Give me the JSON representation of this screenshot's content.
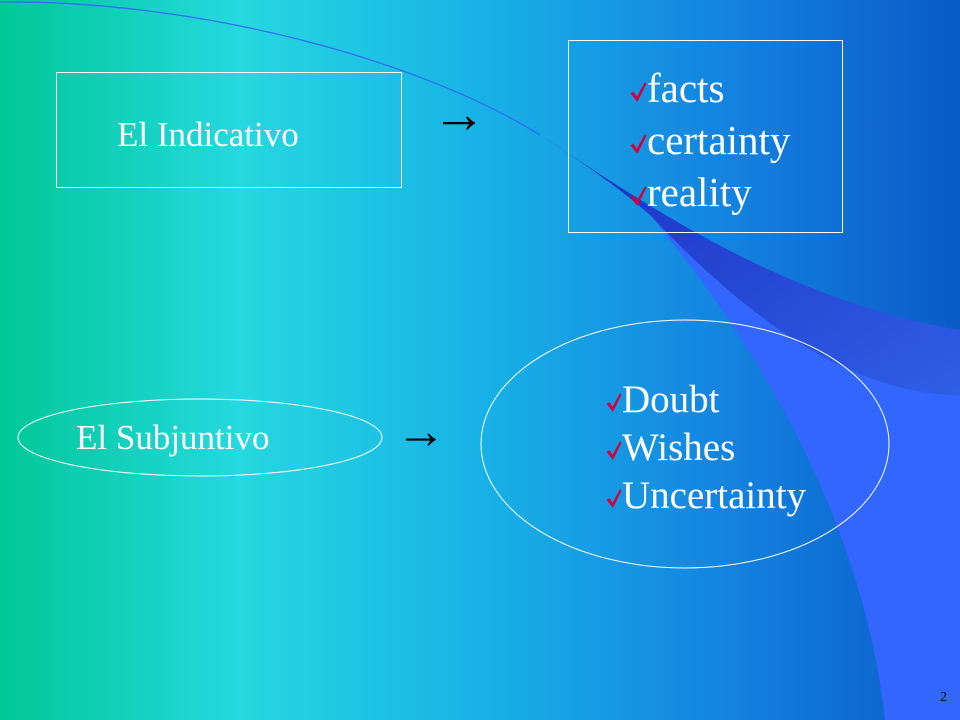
{
  "slide": {
    "page_number": "2"
  },
  "indicativo": {
    "label": "El Indicativo",
    "arrow": "→",
    "items": [
      {
        "icon": "check-icon",
        "text": "facts"
      },
      {
        "icon": "check-icon",
        "text": "certainty"
      },
      {
        "icon": "check-icon",
        "text": "reality"
      }
    ]
  },
  "subjuntivo": {
    "label": "El Subjuntivo",
    "arrow": "→",
    "items": [
      {
        "icon": "check-icon",
        "text": "Doubt"
      },
      {
        "icon": "check-icon",
        "text": "Wishes"
      },
      {
        "icon": "check-icon",
        "text": "Uncertainty"
      }
    ]
  },
  "colors": {
    "background_left": "#00c896",
    "background_mid": "#26d8e0",
    "background_right": "#0a5ac8",
    "swoosh": "#3366ff",
    "swoosh_dark": "#2338c8",
    "check": "#d4003a",
    "outline": "#ffffff",
    "label_text": "#ffffff",
    "arrow": "#000000",
    "page_number": "#000000"
  }
}
